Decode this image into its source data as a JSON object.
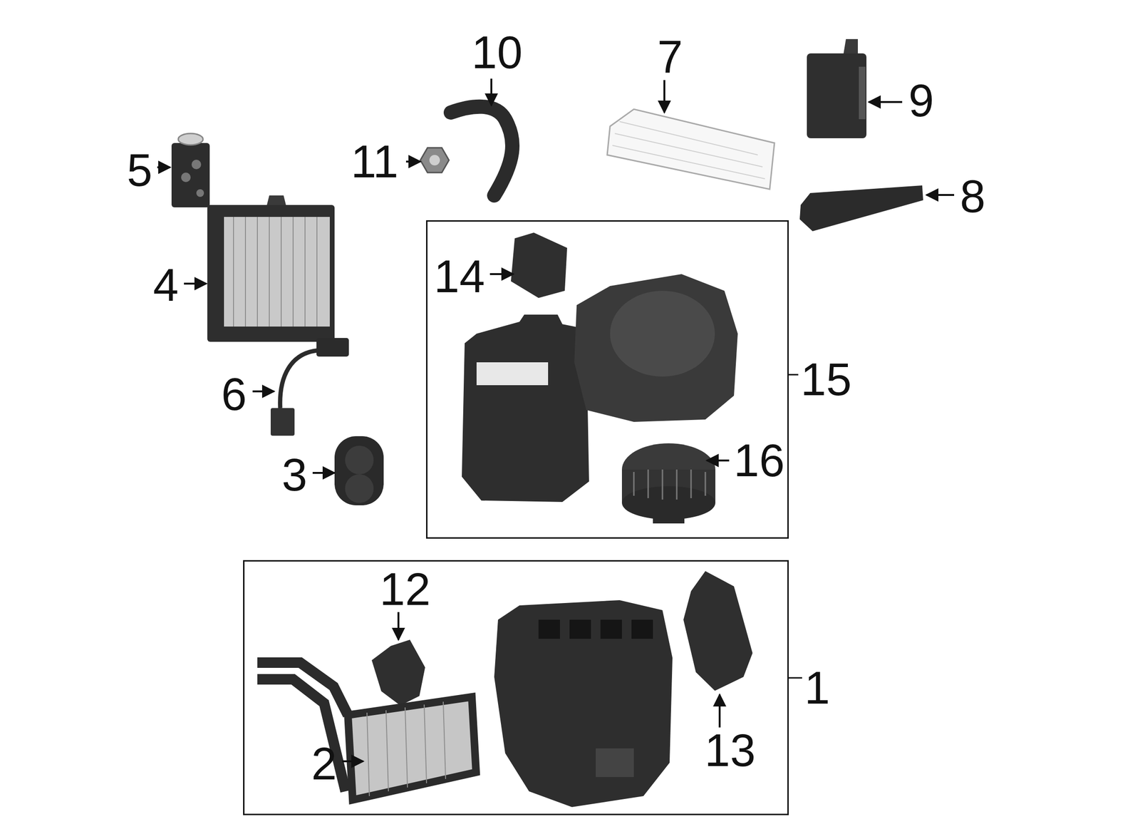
{
  "diagram": {
    "nodes": [
      {
        "text": [
          "15"
        ]
      },
      {
        "text": [
          "1"
        ]
      }
    ],
    "labels": [
      "10",
      "7",
      "9",
      "11",
      "5",
      "8",
      "14",
      "4",
      "6",
      "16",
      "3",
      "12",
      "13",
      "2"
    ]
  }
}
